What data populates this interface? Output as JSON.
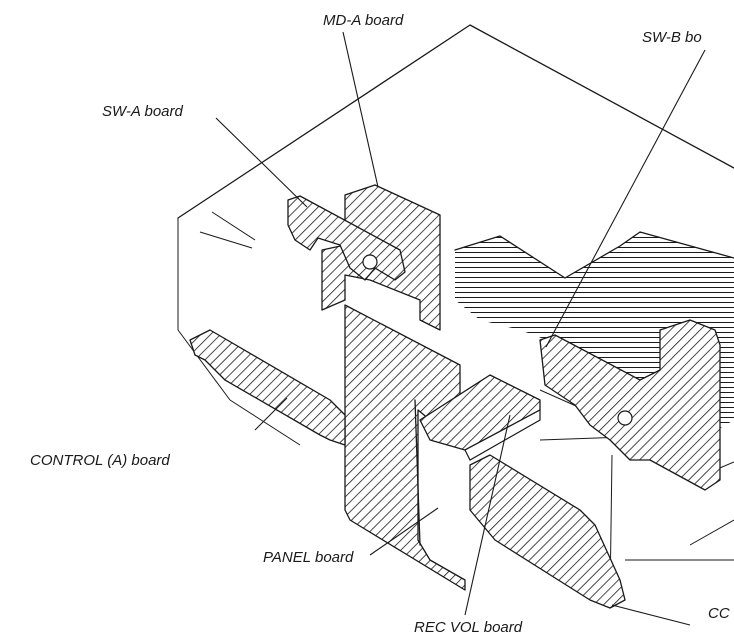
{
  "diagram": {
    "labels": {
      "md_a": "MD-A board",
      "sw_b": "SW-B bo",
      "sw_a": "SW-A board",
      "control_a": "CONTROL (A) board",
      "panel": "PANEL board",
      "rec_vol": "REC VOL board",
      "cc": "CC"
    },
    "colors": {
      "ink": "#1a1a1a",
      "paper": "#ffffff"
    }
  }
}
